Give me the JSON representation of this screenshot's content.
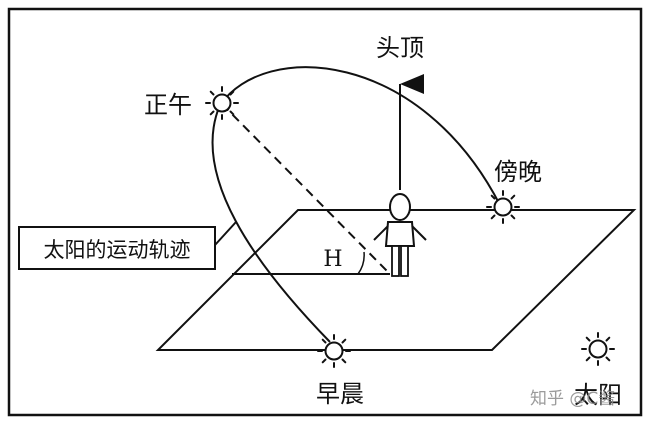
{
  "labels": {
    "zenith": "头顶",
    "noon": "正午",
    "dusk": "傍晚",
    "morning": "早晨",
    "path": "太阳的运动轨迹",
    "angle": "H",
    "sun_legend": "太阳"
  },
  "watermark": "知乎 @C酱",
  "colors": {
    "ink": "#111111",
    "background": "#ffffff",
    "watermark": "#8a8a8a"
  }
}
